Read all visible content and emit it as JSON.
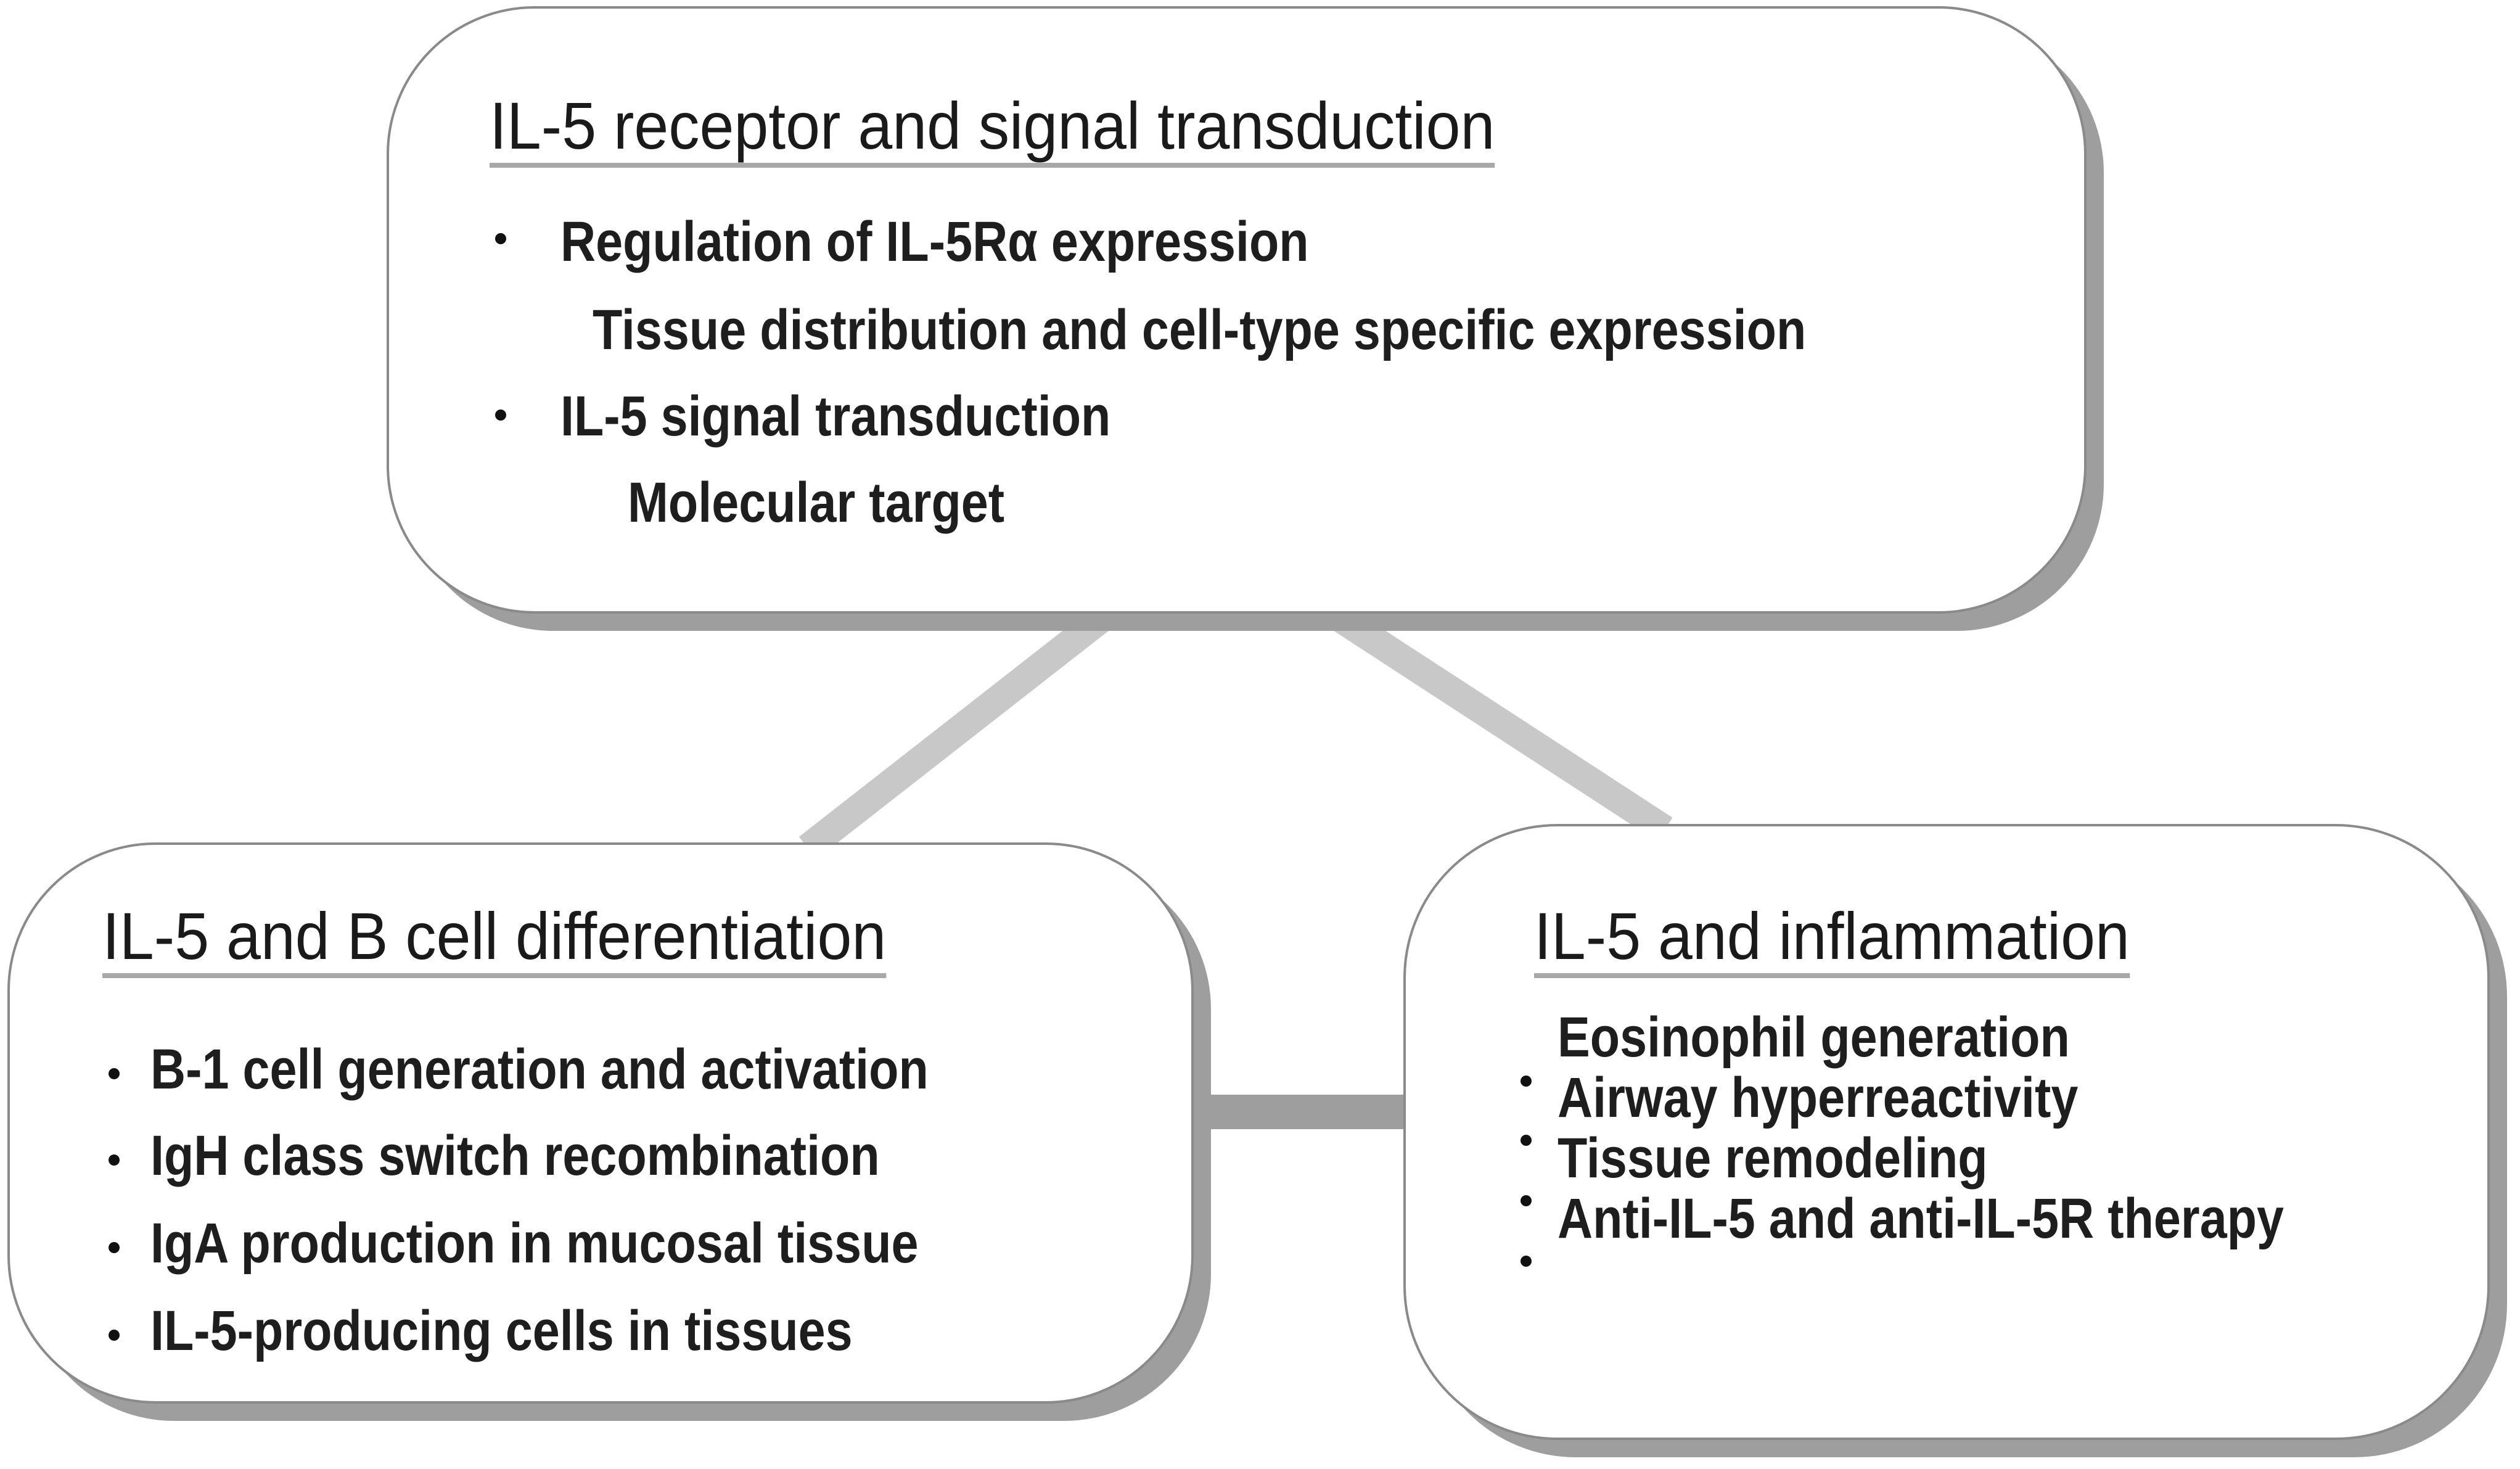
{
  "diagram": {
    "colors": {
      "box_border": "#8a8a8a",
      "box_shadow": "#9e9e9e",
      "diagonal_connector": "#c8c8c8",
      "horizontal_connector": "#9e9e9e",
      "title_underline": "#a8a8a8",
      "text": "#1e1e1e"
    },
    "top_box": {
      "title": "IL-5 receptor and signal transduction",
      "items": [
        {
          "bullet": true,
          "text": "Regulation of IL-5Rα expression"
        },
        {
          "bullet": false,
          "text": "Tissue distribution and cell-type specific expression"
        },
        {
          "bullet": true,
          "text": "IL-5 signal transduction"
        },
        {
          "bullet": false,
          "text": "Molecular target"
        }
      ]
    },
    "left_box": {
      "title": "IL-5 and B cell differentiation",
      "items": [
        "B-1 cell generation and activation",
        "IgH class switch recombination",
        "IgA production in mucosal tissue",
        "IL-5-producing cells in tissues"
      ]
    },
    "right_box": {
      "title": "IL-5 and  inflammation",
      "items": [
        "Eosinophil generation",
        "Airway hyperreactivity",
        "Tissue remodeling",
        "Anti-IL-5 and anti-IL-5R therapy"
      ]
    },
    "connections": [
      {
        "from": "top_box",
        "to": "left_box"
      },
      {
        "from": "top_box",
        "to": "right_box"
      },
      {
        "from": "left_box",
        "to": "right_box"
      }
    ]
  }
}
